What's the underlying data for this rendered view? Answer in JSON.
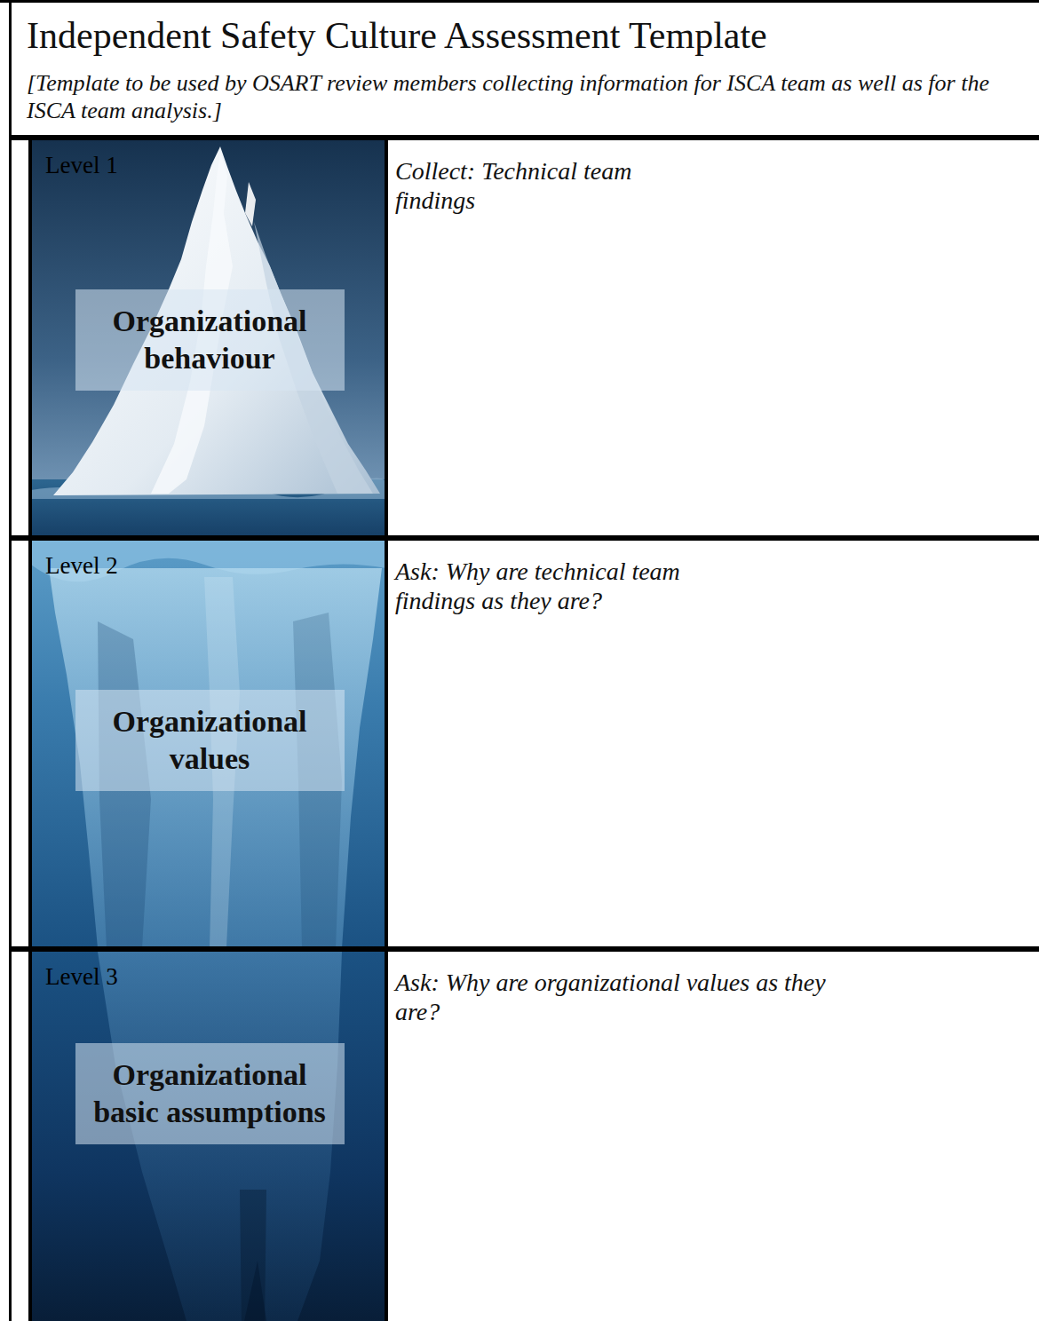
{
  "diagram": {
    "title": "Independent Safety Culture Assessment Template",
    "caption": "[Template to be used by OSART review members collecting information for ISCA team as well as for the ISCA team analysis.]",
    "nodes": [
      {
        "text": [
          "Level 1"
        ]
      },
      {
        "text": [
          "Organizational behaviour"
        ],
        "in": 0
      },
      {
        "text": [
          "Collect: Technical team findings"
        ]
      },
      {
        "text": [
          "Level 2"
        ]
      },
      {
        "text": [
          "Organizational values"
        ],
        "in": 3
      },
      {
        "text": [
          "Ask: Why are technical team findings as they are?"
        ]
      },
      {
        "text": [
          "Level 3"
        ]
      },
      {
        "text": [
          "Organizational basic assumptions"
        ],
        "in": 6
      },
      {
        "text": [
          "Ask: Why are organizational values as they are?"
        ]
      }
    ]
  }
}
